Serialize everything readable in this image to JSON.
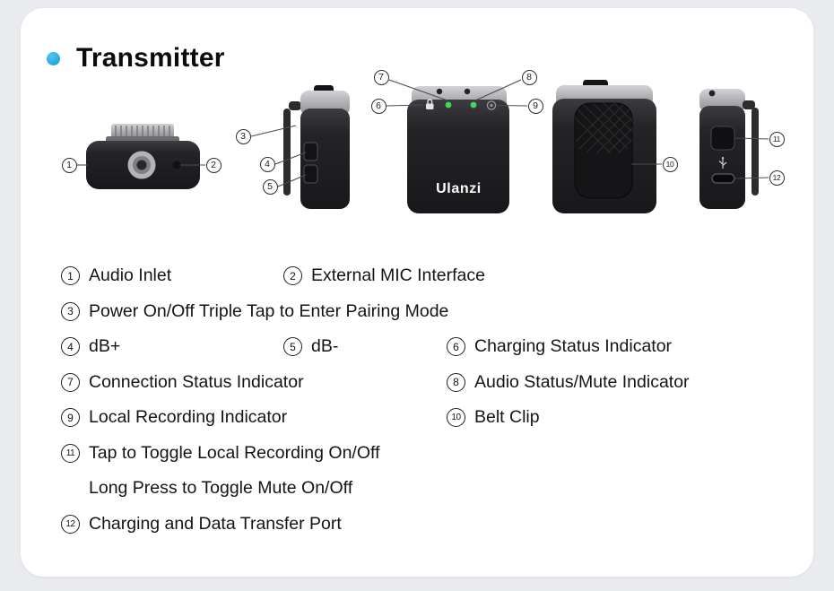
{
  "page": {
    "title": "Transmitter",
    "brand": "Ulanzi"
  },
  "colors": {
    "accent_dot": "#1aa0e6",
    "card_bg": "#ffffff",
    "page_bg": "#e9ebee",
    "led_green": "#41d95d",
    "device_body": "#1e1e21",
    "device_cap": "#b9babc"
  },
  "icons": {
    "title_bullet": "blue-dot",
    "charging_indicator": "lock-icon",
    "connection_indicator": "green-led",
    "mute_indicator": "green-led",
    "recording_indicator": "record-circle-icon",
    "usb": "usb-icon"
  },
  "legend": {
    "items": [
      {
        "num": "1",
        "text": "Audio Inlet"
      },
      {
        "num": "2",
        "text": "External MIC Interface"
      },
      {
        "num": "3",
        "text": "Power On/Off Triple Tap to Enter Pairing Mode"
      },
      {
        "num": "4",
        "text": "dB+"
      },
      {
        "num": "5",
        "text": "dB-"
      },
      {
        "num": "6",
        "text": "Charging Status Indicator"
      },
      {
        "num": "7",
        "text": "Connection Status Indicator"
      },
      {
        "num": "8",
        "text": "Audio Status/Mute Indicator"
      },
      {
        "num": "9",
        "text": "Local Recording Indicator"
      },
      {
        "num": "10",
        "text": "Belt Clip"
      },
      {
        "num": "11",
        "text": "Tap to Toggle Local Recording On/Off",
        "text2": "Long Press to Toggle Mute On/Off"
      },
      {
        "num": "12",
        "text": "Charging and Data Transfer Port"
      }
    ]
  }
}
